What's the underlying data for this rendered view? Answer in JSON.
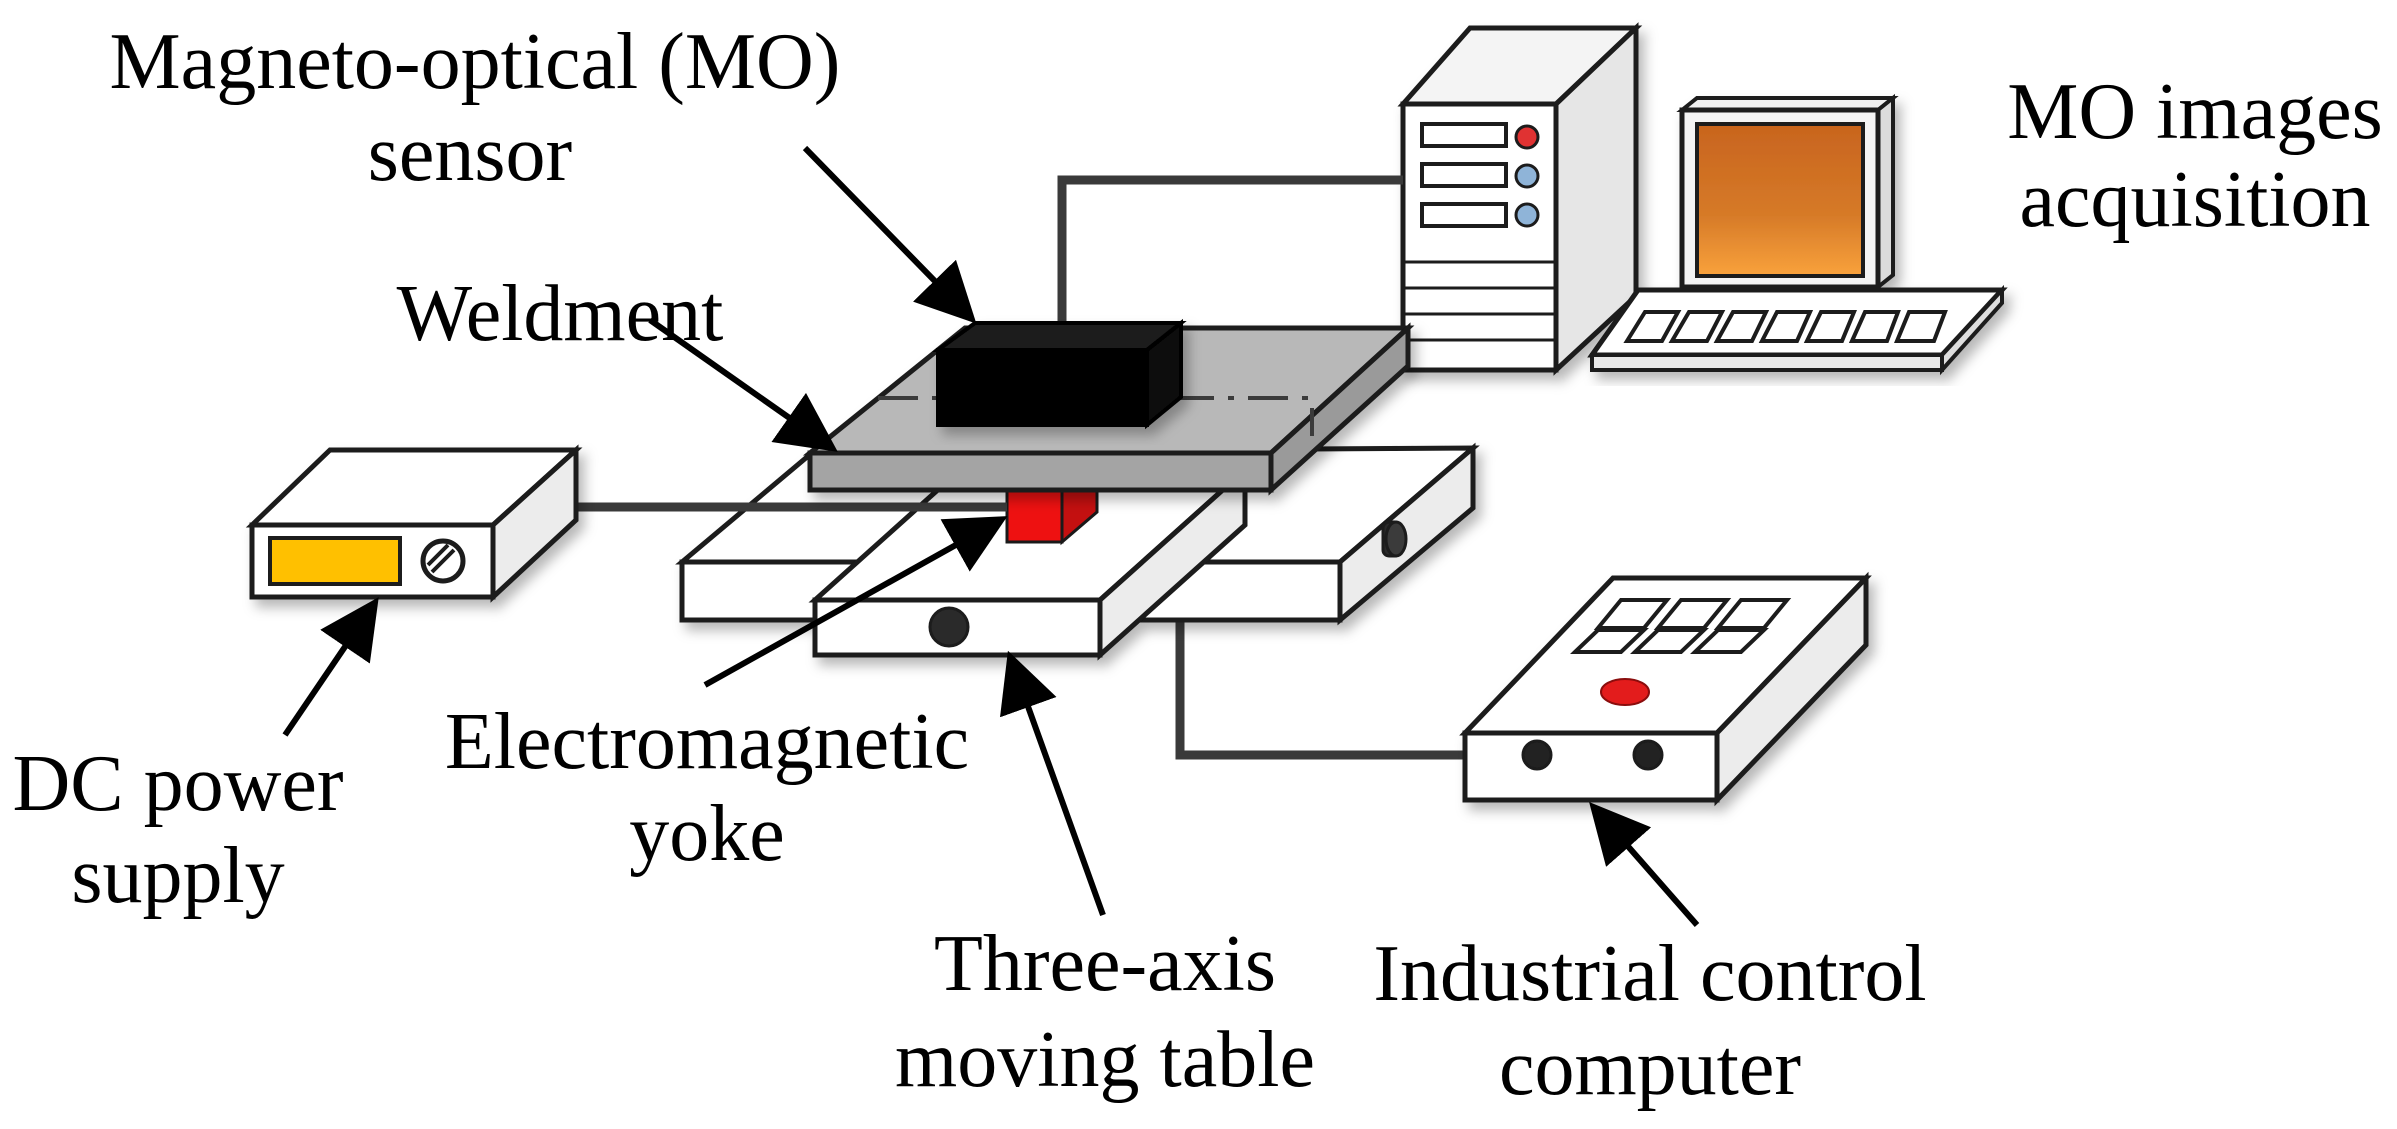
{
  "labels": {
    "mo_sensor_line1": "Magneto-optical (MO)",
    "mo_sensor_line2": "sensor",
    "weldment": "Weldment",
    "mo_images_line1": "MO images",
    "mo_images_line2": "acquisition",
    "dc_power_line1": "DC power",
    "dc_power_line2": "supply",
    "yoke_line1": "Electromagnetic",
    "yoke_line2": "yoke",
    "table_line1": "Three-axis",
    "table_line2": "moving table",
    "icc_line1": "Industrial control",
    "icc_line2": "computer"
  },
  "colors": {
    "outline": "#1a1a1a",
    "sensor": "#050505",
    "weldment_top": "#b8b8b8",
    "weldment_side": "#9a9a9a",
    "yoke": "#ee1111",
    "dc_display": "#ffc000",
    "monitor_screen_top": "#c8641e",
    "monitor_screen_bottom": "#f9a23c",
    "icc_button": "#e31b1b",
    "tower_led_red": "#e03030",
    "tower_led_blue": "#8fb4d8",
    "cable": "#3a3a3a"
  },
  "icons": [
    "mo-sensor-block",
    "weldment-plate",
    "electromagnetic-yoke",
    "three-axis-table",
    "dc-power-supply-box",
    "pc-tower",
    "crt-monitor",
    "keyboard",
    "industrial-control-box"
  ]
}
